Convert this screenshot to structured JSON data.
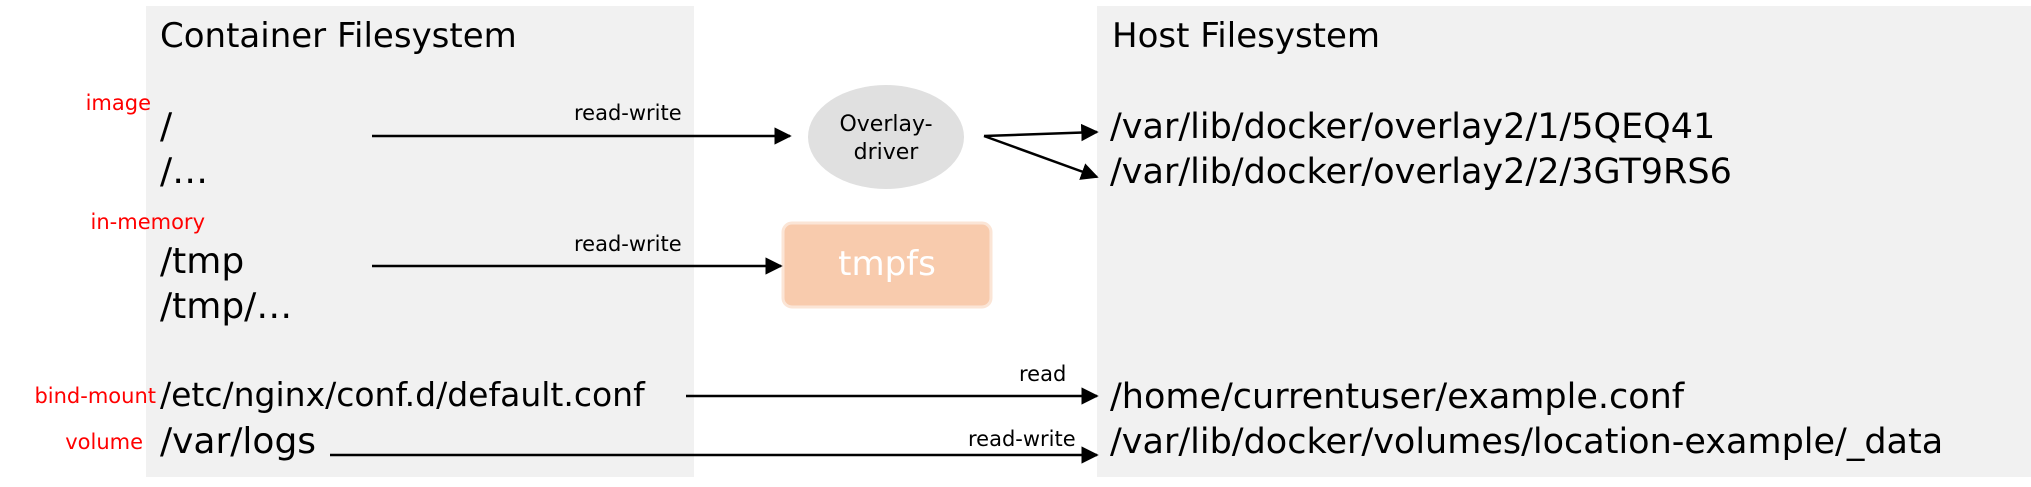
{
  "container": {
    "title": "Container Filesystem",
    "paths": {
      "root": "/",
      "root_sub": "/…",
      "tmp": "/tmp",
      "tmp_sub": "/tmp/…",
      "nginx_conf": "/etc/nginx/conf.d/default.conf",
      "var_logs": "/var/logs"
    }
  },
  "host": {
    "title": "Host Filesystem",
    "paths": {
      "overlay_1": "/var/lib/docker/overlay2/1/5QEQ41",
      "overlay_2": "/var/lib/docker/overlay2/2/3GT9RS6",
      "example_conf": "/home/currentuser/example.conf",
      "volume_data": "/var/lib/docker/volumes/location-example/_data"
    }
  },
  "categories": {
    "image": "image",
    "in_memory": "in-memory",
    "bind_mount": "bind-mount",
    "volume": "volume"
  },
  "edges": {
    "image_to_overlay": "read-write",
    "tmp_to_tmpfs": "read-write",
    "bind_mount": "read",
    "volume": "read-write"
  },
  "nodes": {
    "overlay_driver_line1": "Overlay-",
    "overlay_driver_line2": "driver",
    "tmpfs": "tmpfs"
  },
  "colors": {
    "panel_bg": "#f1f1f1",
    "category_label": "#ff0000",
    "overlay_node_fill": "#e0e0e0",
    "tmpfs_node_fill": "#f8cbad",
    "tmpfs_node_border": "#fbe5d6",
    "tmpfs_text": "#ffffff",
    "arrow": "#000000"
  }
}
